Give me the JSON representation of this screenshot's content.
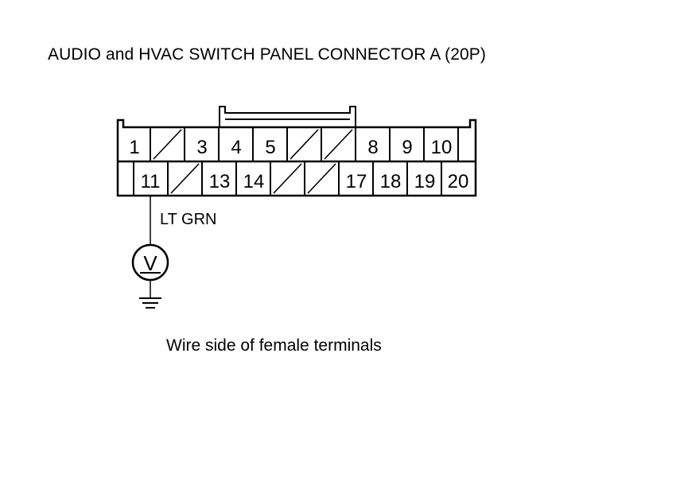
{
  "title": "AUDIO and HVAC SWITCH PANEL CONNECTOR A (20P)",
  "caption": "Wire side of female terminals",
  "wire_color": "LT GRN",
  "meter_symbol": "V",
  "connector": {
    "top_row": [
      "1",
      "",
      "3",
      "4",
      "5",
      "",
      "",
      "8",
      "9",
      "10"
    ],
    "bottom_row": [
      "11",
      "",
      "13",
      "14",
      "",
      "",
      "17",
      "18",
      "19",
      "20"
    ]
  }
}
